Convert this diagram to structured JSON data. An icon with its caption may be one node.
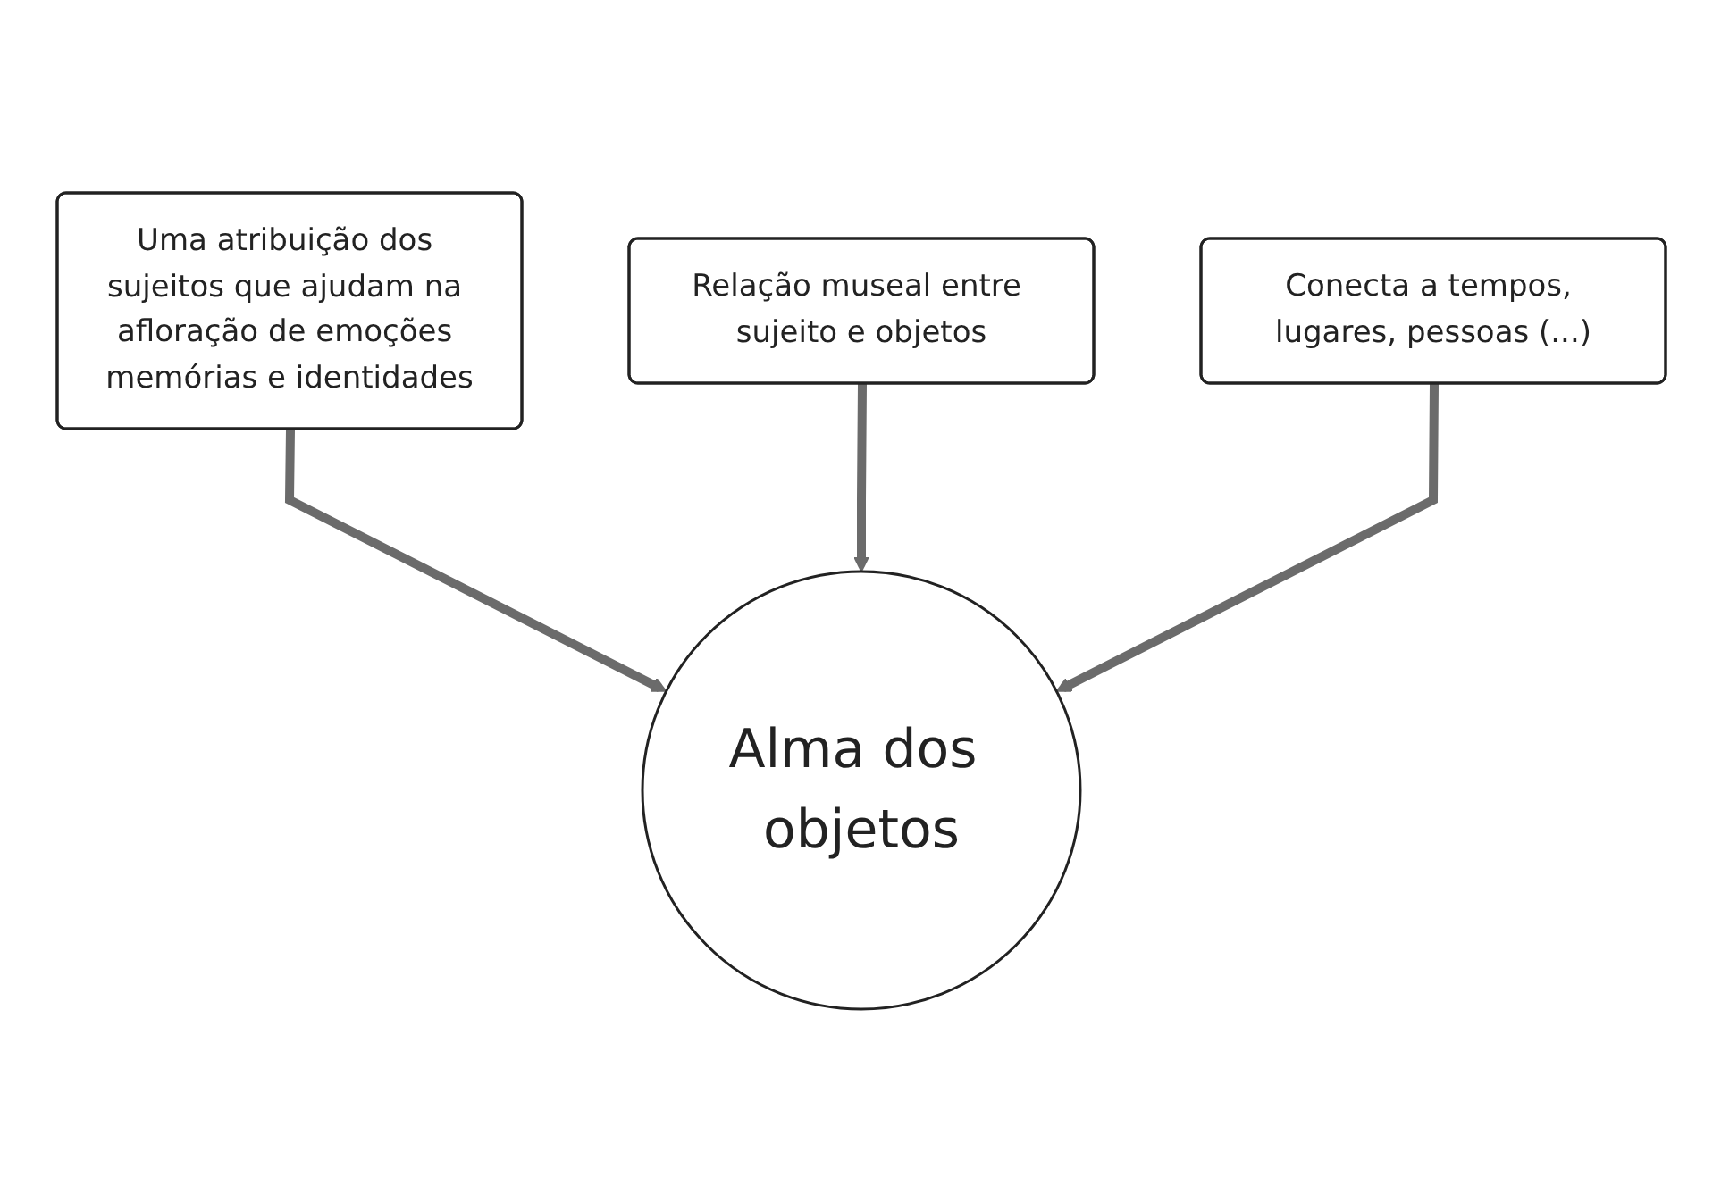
{
  "diagram": {
    "nodes": [
      {
        "text": [
          "Uma atribuição dos sujeitos que ajudam na afloração de emoções memórias e identidades"
        ]
      },
      {
        "text": [
          "Relação museal entre sujeito e objetos"
        ]
      },
      {
        "text": [
          "Conecta a tempos, lugares, pessoas (...)"
        ]
      },
      {
        "text": [
          "Alma dos objetos"
        ]
      }
    ],
    "edges": [
      {
        "from": 0,
        "to": 3,
        "arrow": "to"
      },
      {
        "from": 1,
        "to": 3,
        "arrow": "to"
      },
      {
        "from": 2,
        "to": 3,
        "arrow": "to"
      }
    ]
  }
}
